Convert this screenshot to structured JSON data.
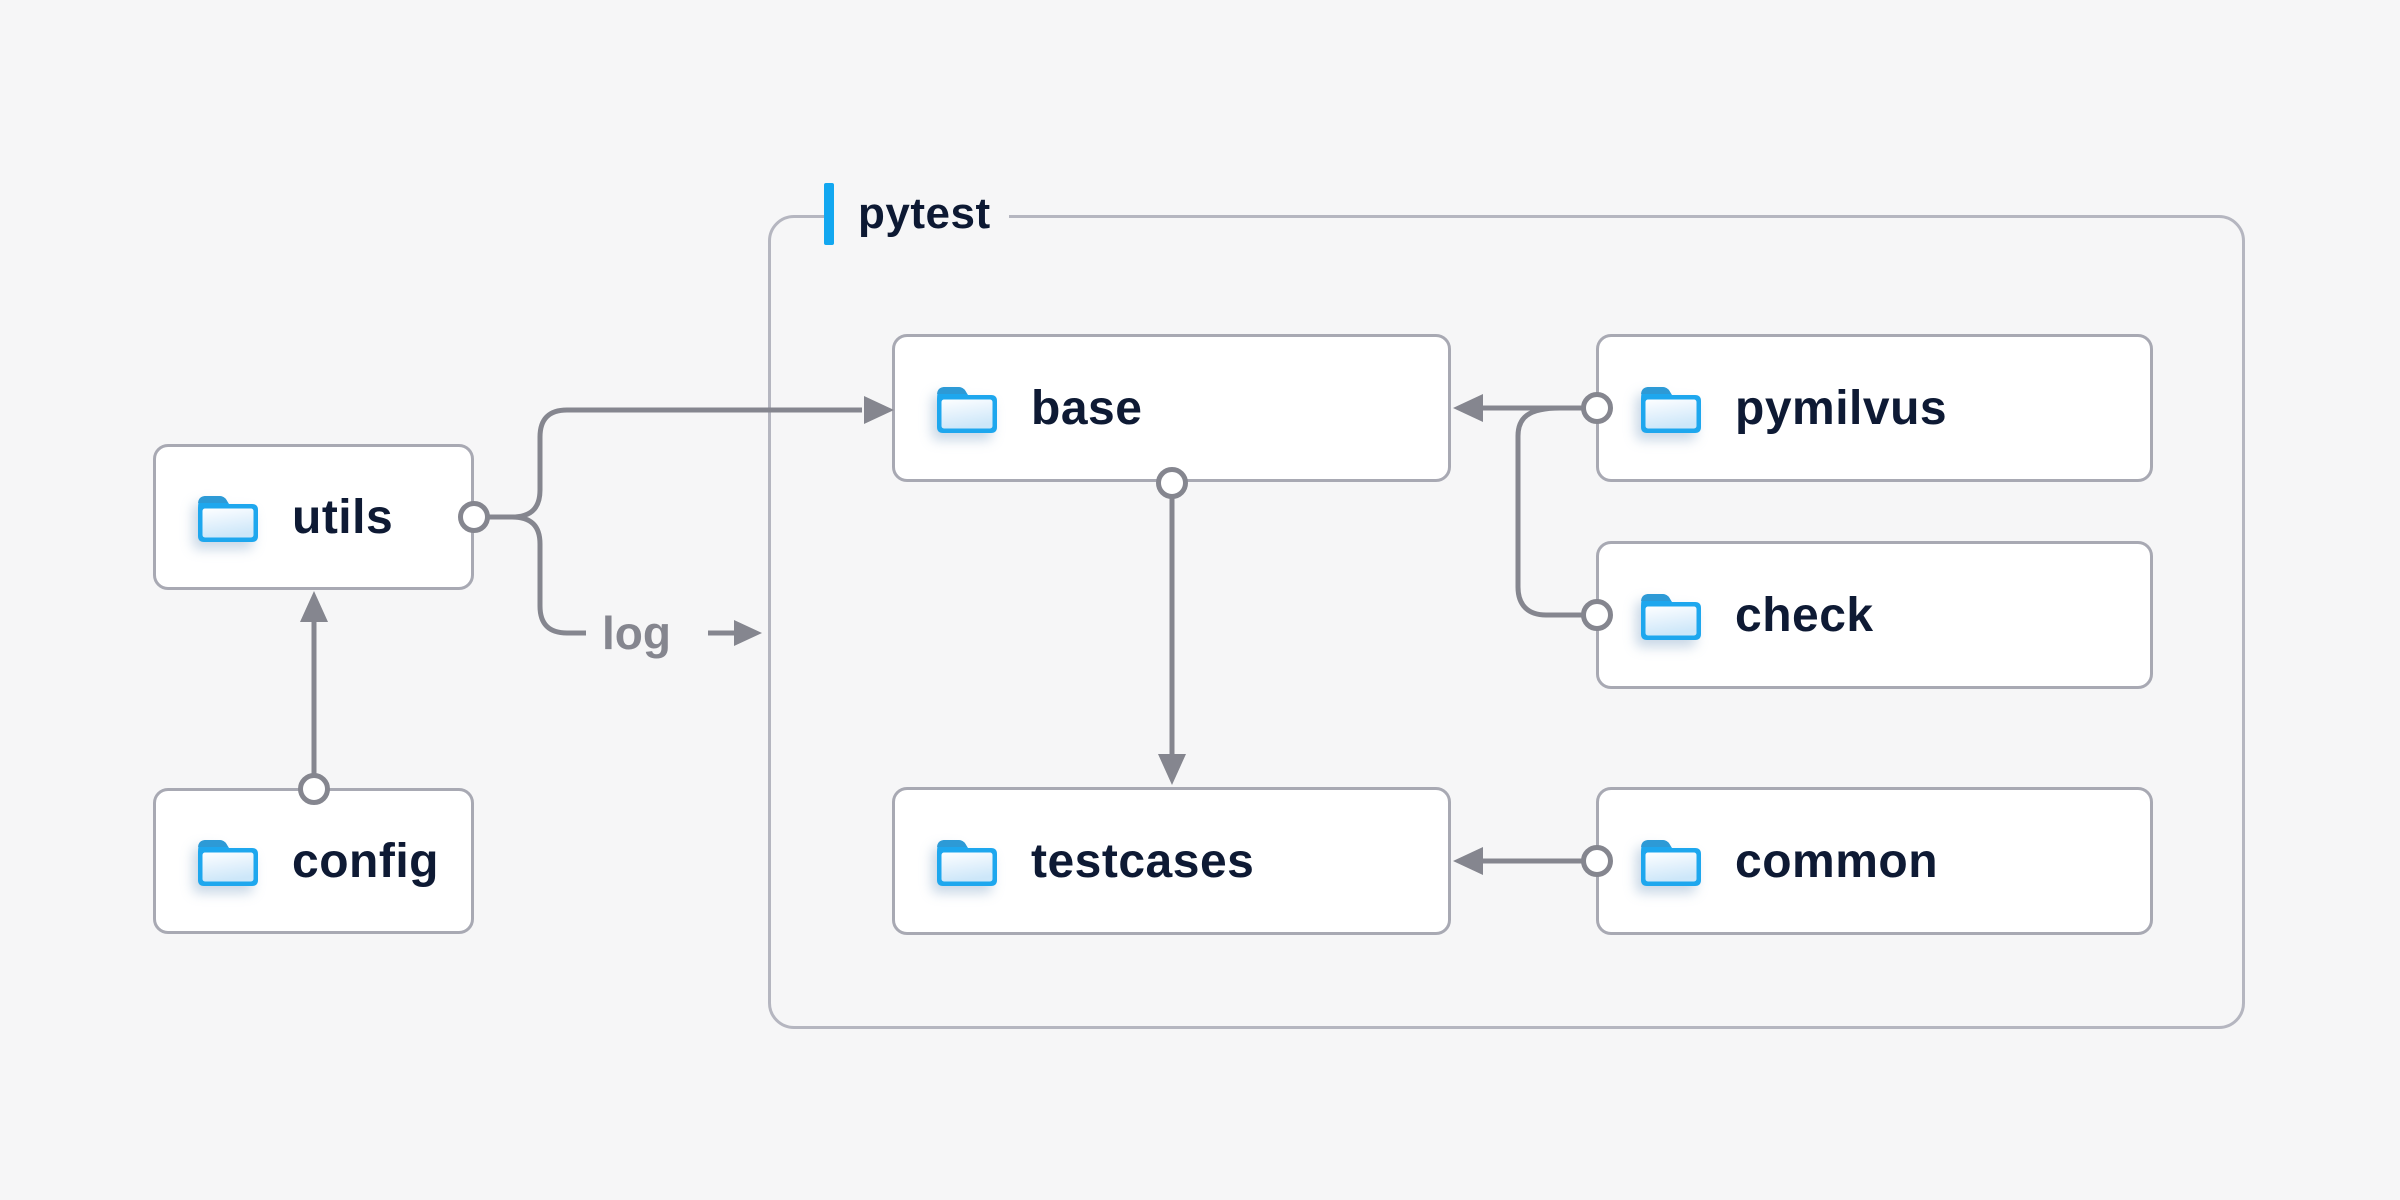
{
  "diagram": {
    "background": "#f6f6f7",
    "container": {
      "label": "pytest",
      "accent_color": "#12a7f0",
      "border_color": "#b5b6c0"
    },
    "nodes": {
      "utils": {
        "label": "utils"
      },
      "config": {
        "label": "config"
      },
      "base": {
        "label": "base"
      },
      "pymilvus": {
        "label": "pymilvus"
      },
      "check": {
        "label": "check"
      },
      "testcases": {
        "label": "testcases"
      },
      "common": {
        "label": "common"
      }
    },
    "edge_labels": {
      "log": "log"
    },
    "edges": [
      {
        "from": "config",
        "to": "utils"
      },
      {
        "from": "utils",
        "to": "base"
      },
      {
        "from": "utils",
        "to": "log"
      },
      {
        "from": "pymilvus",
        "to": "base"
      },
      {
        "from": "check",
        "to": "base"
      },
      {
        "from": "base",
        "to": "testcases"
      },
      {
        "from": "common",
        "to": "testcases"
      }
    ],
    "colors": {
      "node_text": "#0e1a34",
      "node_border": "#a8a9b3",
      "line": "#85868f",
      "folder_fill_top": "#fbfdff",
      "folder_fill_bottom": "#cde7f9",
      "folder_outline": "#1ea7ee",
      "folder_tab": "#2d9ad6"
    }
  }
}
